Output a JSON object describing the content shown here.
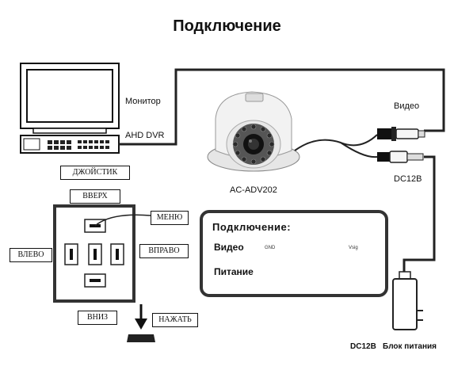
{
  "title": "Подключение",
  "devices": {
    "monitor_label": "Монитор",
    "dvr_label": "AHD DVR",
    "camera_model": "AC-ADV202",
    "video_label": "Видео",
    "power_label": "DC12B"
  },
  "joystick": {
    "title": "ДЖОЙСТИК",
    "up": "ВВЕРХ",
    "left": "ВЛЕВО",
    "right": "ВПРАВО",
    "down": "ВНИЗ",
    "menu": "МЕНЮ",
    "press": "НАЖАТЬ"
  },
  "connection_panel": {
    "title": "Подключение:",
    "video_row": "Видео",
    "power_row": "Питание",
    "gnd_label": "GND",
    "vsig_label": "Vsig"
  },
  "power_supply": {
    "voltage": "DC12B",
    "label": "Блок питания"
  }
}
